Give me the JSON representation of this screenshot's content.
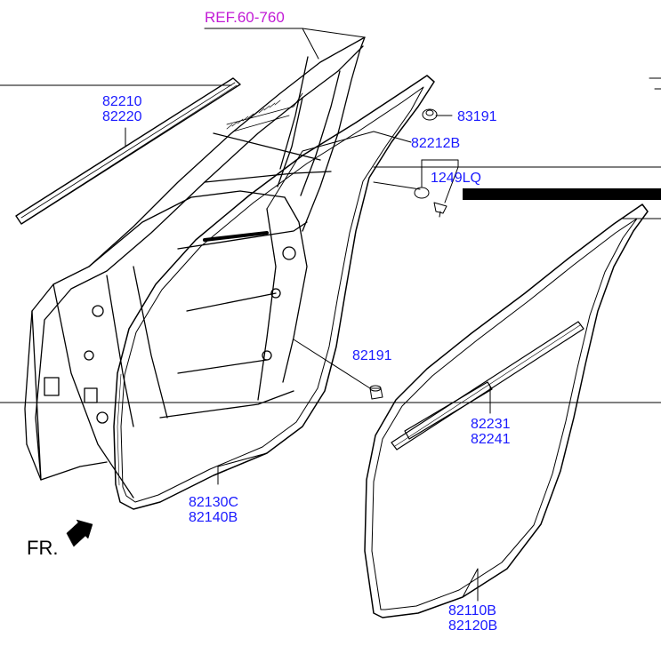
{
  "reference": {
    "label": "REF.60-760"
  },
  "direction": {
    "label": "FR."
  },
  "callouts": {
    "belt_outer": {
      "line1": "82210",
      "line2": "82220"
    },
    "grommet_top": {
      "line1": "83191"
    },
    "weatherstrip_a": {
      "line1": "82212B"
    },
    "fastener": {
      "line1": "1249LQ"
    },
    "plug": {
      "line1": "82191"
    },
    "door_side_seal": {
      "line1": "82130C",
      "line2": "82140B"
    },
    "belt_inner": {
      "line1": "82231",
      "line2": "82241"
    },
    "body_side_seal": {
      "line1": "82110B",
      "line2": "82120B"
    }
  },
  "colors": {
    "callout_text": "#1a1aff",
    "reference_text": "#c21ad6",
    "linework": "#000000"
  },
  "icons": {
    "direction_arrow": "arrow-down-left-icon"
  }
}
